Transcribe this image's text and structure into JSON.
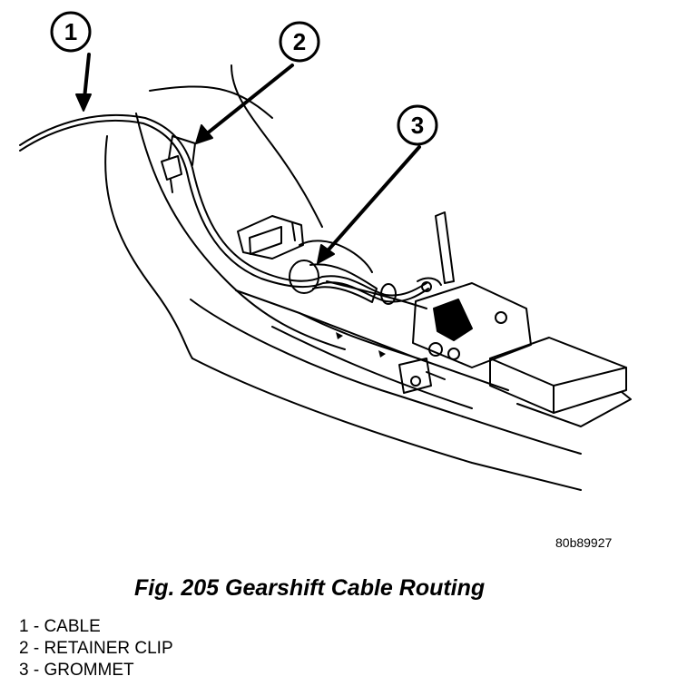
{
  "callouts": [
    {
      "number": "1"
    },
    {
      "number": "2"
    },
    {
      "number": "3"
    }
  ],
  "image_code": "80b89927",
  "caption": "Fig. 205 Gearshift Cable Routing",
  "legend": [
    "1 - CABLE",
    "2 - RETAINER CLIP",
    "3 - GROMMET"
  ]
}
